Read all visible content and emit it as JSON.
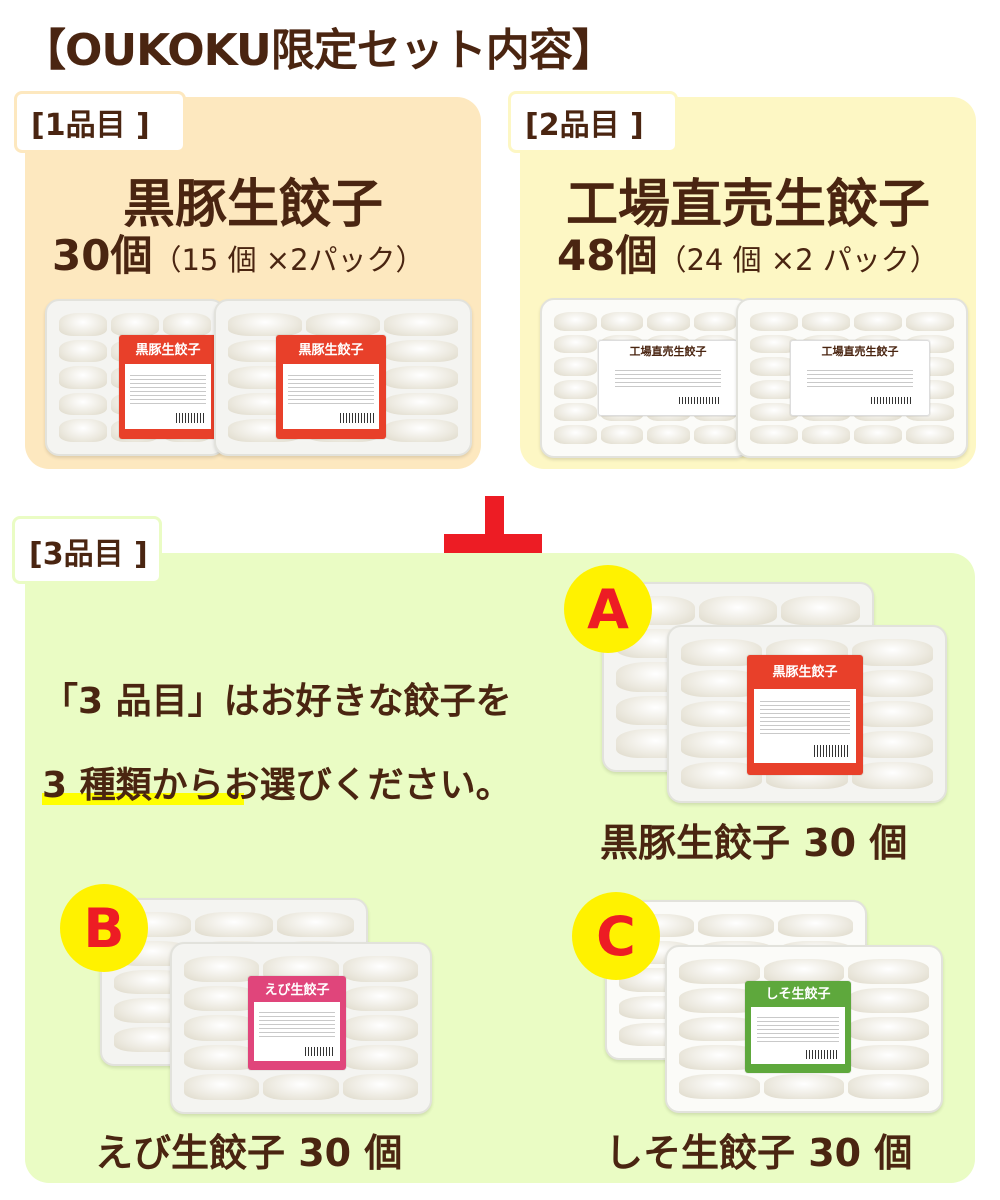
{
  "header": {
    "title": "【OUKOKU限定セット内容】"
  },
  "items": [
    {
      "tag": "[1品目 ]",
      "name": "黒豚生餃子",
      "quantity": "30個",
      "quantity_detail": "（15 個 ×2パック）",
      "label_text": "黒豚生餃子",
      "label_color": "#e8402a",
      "background": "#fde8bf"
    },
    {
      "tag": "[2品目 ]",
      "name": "工場直売生餃子",
      "quantity": "48個",
      "quantity_detail": "（24 個 ×2 パック）",
      "label_text": "工場直売生餃子",
      "label_color": "#ffffff",
      "background": "#fdf7c4"
    }
  ],
  "plus_sign": {
    "color": "#ed1c24"
  },
  "third_item": {
    "tag": "[3品目 ]",
    "background": "#eafcc4",
    "instruction_line1": "「3 品目」はお好きな餃子を",
    "instruction_line2": "3 種類からお選びください。",
    "highlight_color": "#ffff00",
    "options": [
      {
        "badge": "A",
        "caption": "黒豚生餃子 30 個",
        "label_text": "黒豚生餃子",
        "label_color": "#e8402a"
      },
      {
        "badge": "B",
        "caption": "えび生餃子 30 個",
        "label_text": "えび生餃子",
        "label_color": "#e0457b"
      },
      {
        "badge": "C",
        "caption": "しそ生餃子 30 個",
        "label_text": "しそ生餃子",
        "label_color": "#5ea83c"
      }
    ]
  },
  "colors": {
    "text": "#4a2511",
    "badge_bg": "#fff200",
    "badge_text": "#ed1c24"
  }
}
